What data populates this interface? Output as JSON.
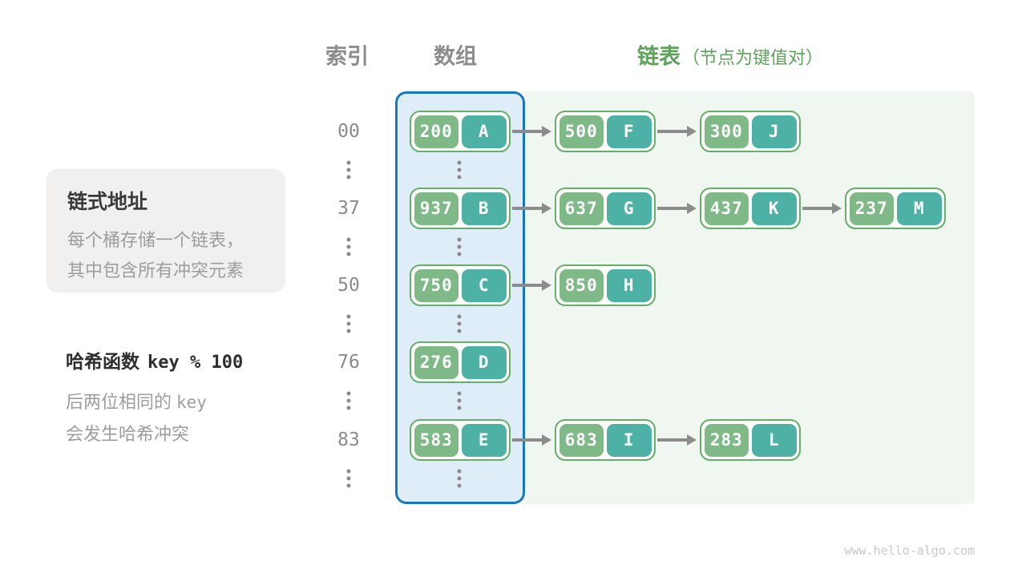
{
  "header": {
    "index_label": "索引",
    "array_label": "数组",
    "list_label": "链表",
    "list_annotation": "（节点为键值对）"
  },
  "info_box": {
    "title": "链式地址",
    "lines": [
      "每个桶存储一个链表，",
      "其中包含所有冲突元素"
    ]
  },
  "hash_note": {
    "title_text": "哈希函数",
    "title_code": "key % 100",
    "line1_text": "后两位相同的",
    "line1_code": "key",
    "line2_text": "会发生哈希冲突"
  },
  "diagram": {
    "rows": [
      {
        "index": "00",
        "nodes": [
          {
            "key": "200",
            "value": "A"
          },
          {
            "key": "500",
            "value": "F"
          },
          {
            "key": "300",
            "value": "J"
          }
        ]
      },
      {
        "index": "37",
        "nodes": [
          {
            "key": "937",
            "value": "B"
          },
          {
            "key": "637",
            "value": "G"
          },
          {
            "key": "437",
            "value": "K"
          },
          {
            "key": "237",
            "value": "M"
          }
        ]
      },
      {
        "index": "50",
        "nodes": [
          {
            "key": "750",
            "value": "C"
          },
          {
            "key": "850",
            "value": "H"
          }
        ]
      },
      {
        "index": "76",
        "nodes": [
          {
            "key": "276",
            "value": "D"
          }
        ]
      },
      {
        "index": "83",
        "nodes": [
          {
            "key": "583",
            "value": "E"
          },
          {
            "key": "683",
            "value": "I"
          },
          {
            "key": "283",
            "value": "L"
          }
        ]
      }
    ]
  },
  "colors": {
    "key_cell": "#7eb987",
    "value_cell": "#4db1a6",
    "node_border": "#67ad6c",
    "array_panel_bg": "#dfedf8",
    "array_panel_border": "#1678bd",
    "list_panel_bg": "#f0f7f0",
    "header_green": "#5fa25c",
    "gray_text": "#8c8c8c",
    "arrow": "#8c8c8c"
  },
  "watermark": "www.hello-algo.com"
}
